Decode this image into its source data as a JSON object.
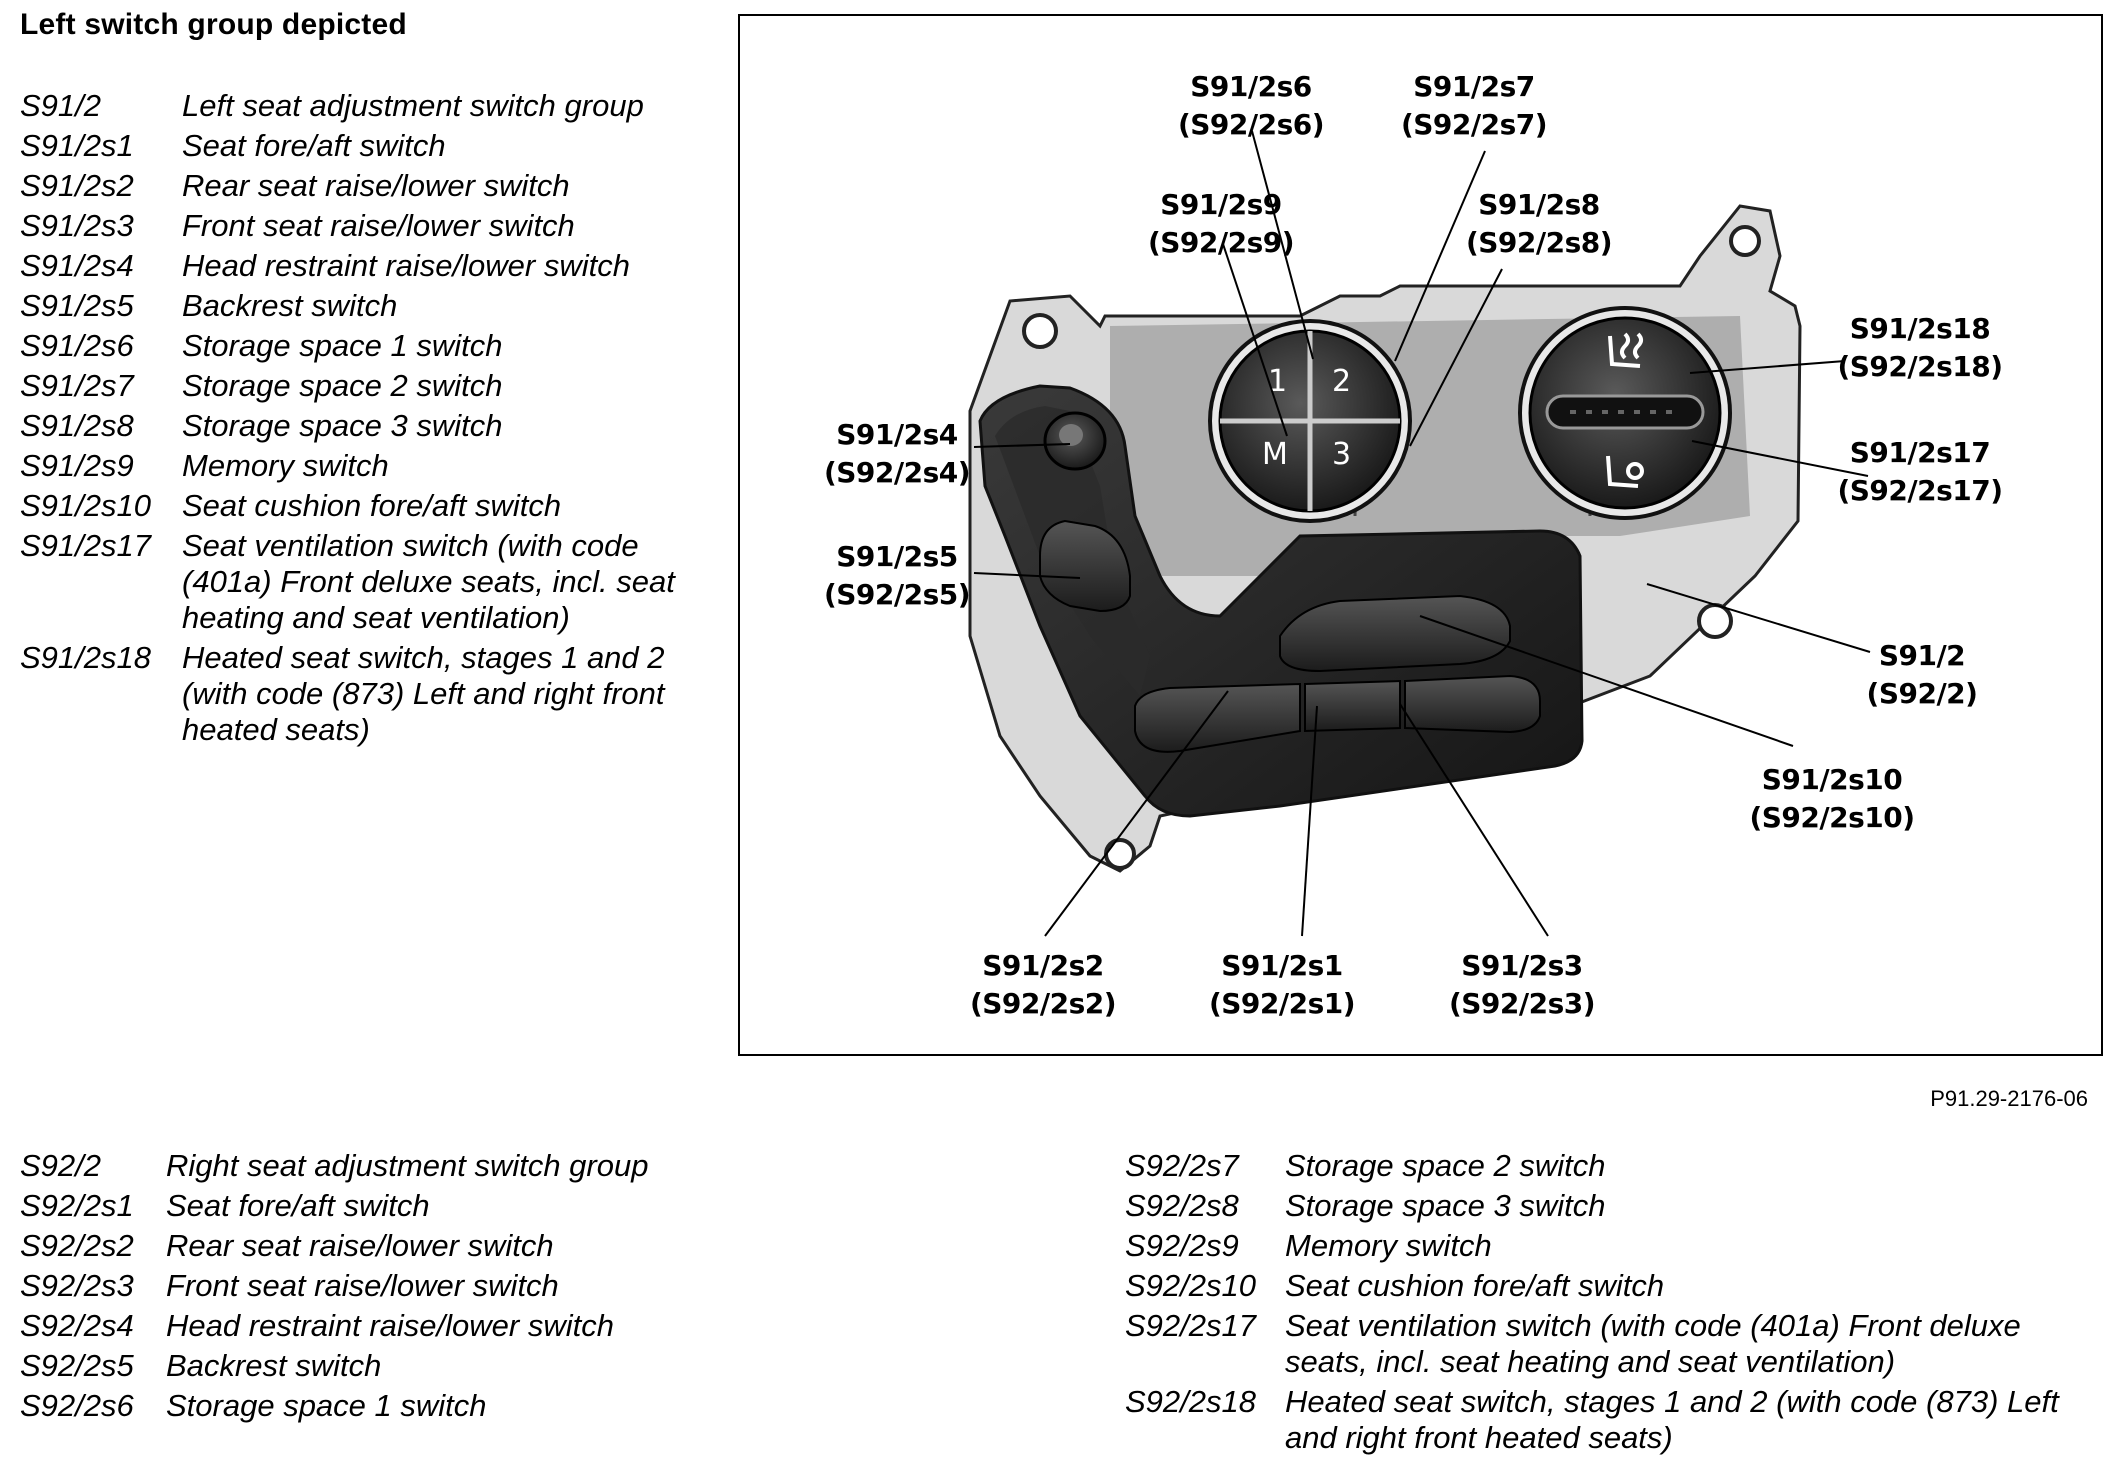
{
  "heading": "Left switch group depicted",
  "legend_left": [
    {
      "code": "S91/2",
      "desc": "Left seat adjustment switch group"
    },
    {
      "code": "S91/2s1",
      "desc": "Seat fore/aft switch"
    },
    {
      "code": "S91/2s2",
      "desc": "Rear seat raise/lower switch"
    },
    {
      "code": "S91/2s3",
      "desc": "Front seat raise/lower switch"
    },
    {
      "code": "S91/2s4",
      "desc": "Head restraint raise/lower switch"
    },
    {
      "code": "S91/2s5",
      "desc": "Backrest switch"
    },
    {
      "code": "S91/2s6",
      "desc": "Storage space 1 switch"
    },
    {
      "code": "S91/2s7",
      "desc": "Storage space 2 switch"
    },
    {
      "code": "S91/2s8",
      "desc": "Storage space 3 switch"
    },
    {
      "code": "S91/2s9",
      "desc": "Memory switch"
    },
    {
      "code": "S91/2s10",
      "desc": "Seat cushion fore/aft switch"
    },
    {
      "code": "S91/2s17",
      "desc": "Seat ventilation switch (with code (401a) Front deluxe seats, incl. seat heating and seat ventilation)"
    },
    {
      "code": "S91/2s18",
      "desc": "Heated seat switch, stages 1 and 2 (with code (873) Left and right front heated seats)"
    }
  ],
  "figure": {
    "button_labels": {
      "b1": "1",
      "b2": "2",
      "bm": "M",
      "b3": "3"
    },
    "callouts": {
      "s6": {
        "line1": "S91/2s6",
        "line2": "(S92/2s6)"
      },
      "s7": {
        "line1": "S91/2s7",
        "line2": "(S92/2s7)"
      },
      "s9": {
        "line1": "S91/2s9",
        "line2": "(S92/2s9)"
      },
      "s8": {
        "line1": "S91/2s8",
        "line2": "(S92/2s8)"
      },
      "s18": {
        "line1": "S91/2s18",
        "line2": "(S92/2s18)"
      },
      "s17": {
        "line1": "S91/2s17",
        "line2": "(S92/2s17)"
      },
      "s4": {
        "line1": "S91/2s4",
        "line2": "(S92/2s4)"
      },
      "s5": {
        "line1": "S91/2s5",
        "line2": "(S92/2s5)"
      },
      "s2group": {
        "line1": "S91/2",
        "line2": "(S92/2)"
      },
      "s10": {
        "line1": "S91/2s10",
        "line2": "(S92/2s10)"
      },
      "s2": {
        "line1": "S91/2s2",
        "line2": "(S92/2s2)"
      },
      "s1": {
        "line1": "S91/2s1",
        "line2": "(S92/2s1)"
      },
      "s3": {
        "line1": "S91/2s3",
        "line2": "(S92/2s3)"
      }
    },
    "reference": "P91.29-2176-06"
  },
  "legend_bottom_left": [
    {
      "code": "S92/2",
      "desc": "Right seat adjustment switch group"
    },
    {
      "code": "S92/2s1",
      "desc": "Seat fore/aft switch"
    },
    {
      "code": "S92/2s2",
      "desc": "Rear seat raise/lower switch"
    },
    {
      "code": "S92/2s3",
      "desc": "Front seat raise/lower switch"
    },
    {
      "code": "S92/2s4",
      "desc": "Head restraint raise/lower switch"
    },
    {
      "code": "S92/2s5",
      "desc": "Backrest switch"
    },
    {
      "code": "S92/2s6",
      "desc": "Storage space 1 switch"
    }
  ],
  "legend_bottom_right": [
    {
      "code": "S92/2s7",
      "desc": "Storage space 2 switch"
    },
    {
      "code": "S92/2s8",
      "desc": "Storage space 3 switch"
    },
    {
      "code": "S92/2s9",
      "desc": "Memory switch"
    },
    {
      "code": "S92/2s10",
      "desc": "Seat cushion fore/aft switch"
    },
    {
      "code": "S92/2s17",
      "desc": "Seat ventilation switch (with code (401a) Front deluxe seats, incl. seat heating and seat ventilation)"
    },
    {
      "code": "S92/2s18",
      "desc": "Heated seat switch, stages 1 and 2 (with code (873) Left and right front heated seats)"
    }
  ]
}
